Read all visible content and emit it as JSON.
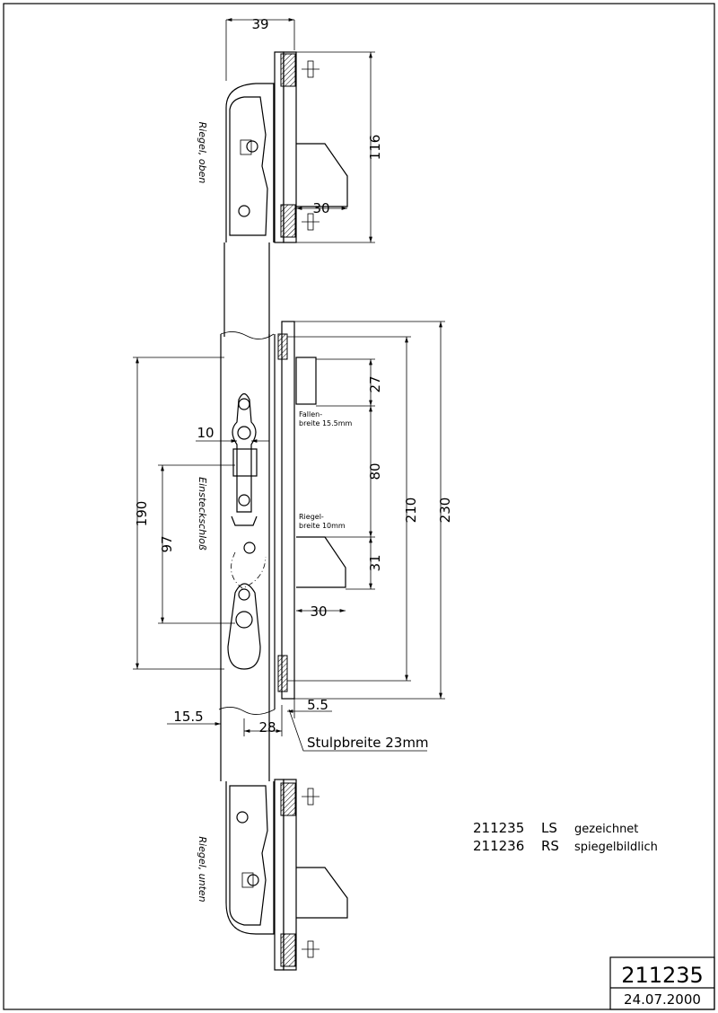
{
  "drawing": {
    "dimensions": {
      "top_width": "39",
      "upper_bolt_height": "116",
      "upper_bolt_throw": "30",
      "latch_height": "27",
      "latch_width_note_1": "Fallen-",
      "latch_width_note_2": "breite 15.5mm",
      "center_distance": "80",
      "bolt_width_note_1": "Riegel-",
      "bolt_width_note_2": "breite 10mm",
      "bolt_height": "31",
      "lock_bolt_throw": "30",
      "dim_10": "10",
      "dim_190": "190",
      "dim_97": "97",
      "dim_210": "210",
      "dim_230": "230",
      "dim_5_5": "5.5",
      "dim_15_5": "15.5",
      "dim_28": "28",
      "faceplate_width": "Stulpbreite 23mm"
    },
    "labels": {
      "upper_bolt": "Riegel, oben",
      "lock_body": "Einsteckschloß",
      "lower_bolt": "Riegel, unten"
    },
    "parts": [
      {
        "number": "211235",
        "side": "LS",
        "note": "gezeichnet"
      },
      {
        "number": "211236",
        "side": "RS",
        "note": "spiegelbildlich"
      }
    ],
    "title_block": {
      "number": "211235",
      "date": "24.07.2000"
    }
  }
}
